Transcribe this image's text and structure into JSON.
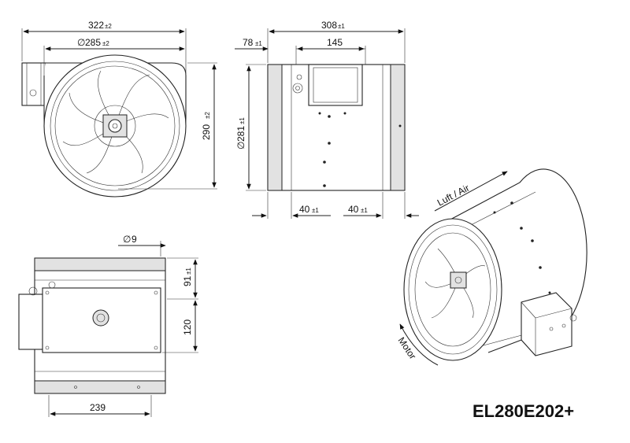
{
  "model": "EL280E202+",
  "front_view": {
    "width": "322",
    "width_tol": "±2",
    "dia_symbol": "∅",
    "diameter": "285",
    "diameter_tol": "±2",
    "height": "290",
    "height_tol": "±2"
  },
  "side_view": {
    "length": "308",
    "length_tol": "±1",
    "offset": "78",
    "offset_tol": "±1",
    "box_width": "145",
    "dia_symbol": "∅",
    "diameter": "281",
    "diameter_tol": "±1",
    "flange_left": "40",
    "flange_left_tol": "±1",
    "flange_right": "40",
    "flange_right_tol": "±1"
  },
  "top_view": {
    "hole_symbol": "∅",
    "hole": "9",
    "dist_91": "91",
    "dist_91_tol": "±1",
    "dist_120": "120",
    "width_239": "239"
  },
  "iso_view": {
    "airflow_label": "Luft / Air",
    "motor_label": "Motor"
  }
}
